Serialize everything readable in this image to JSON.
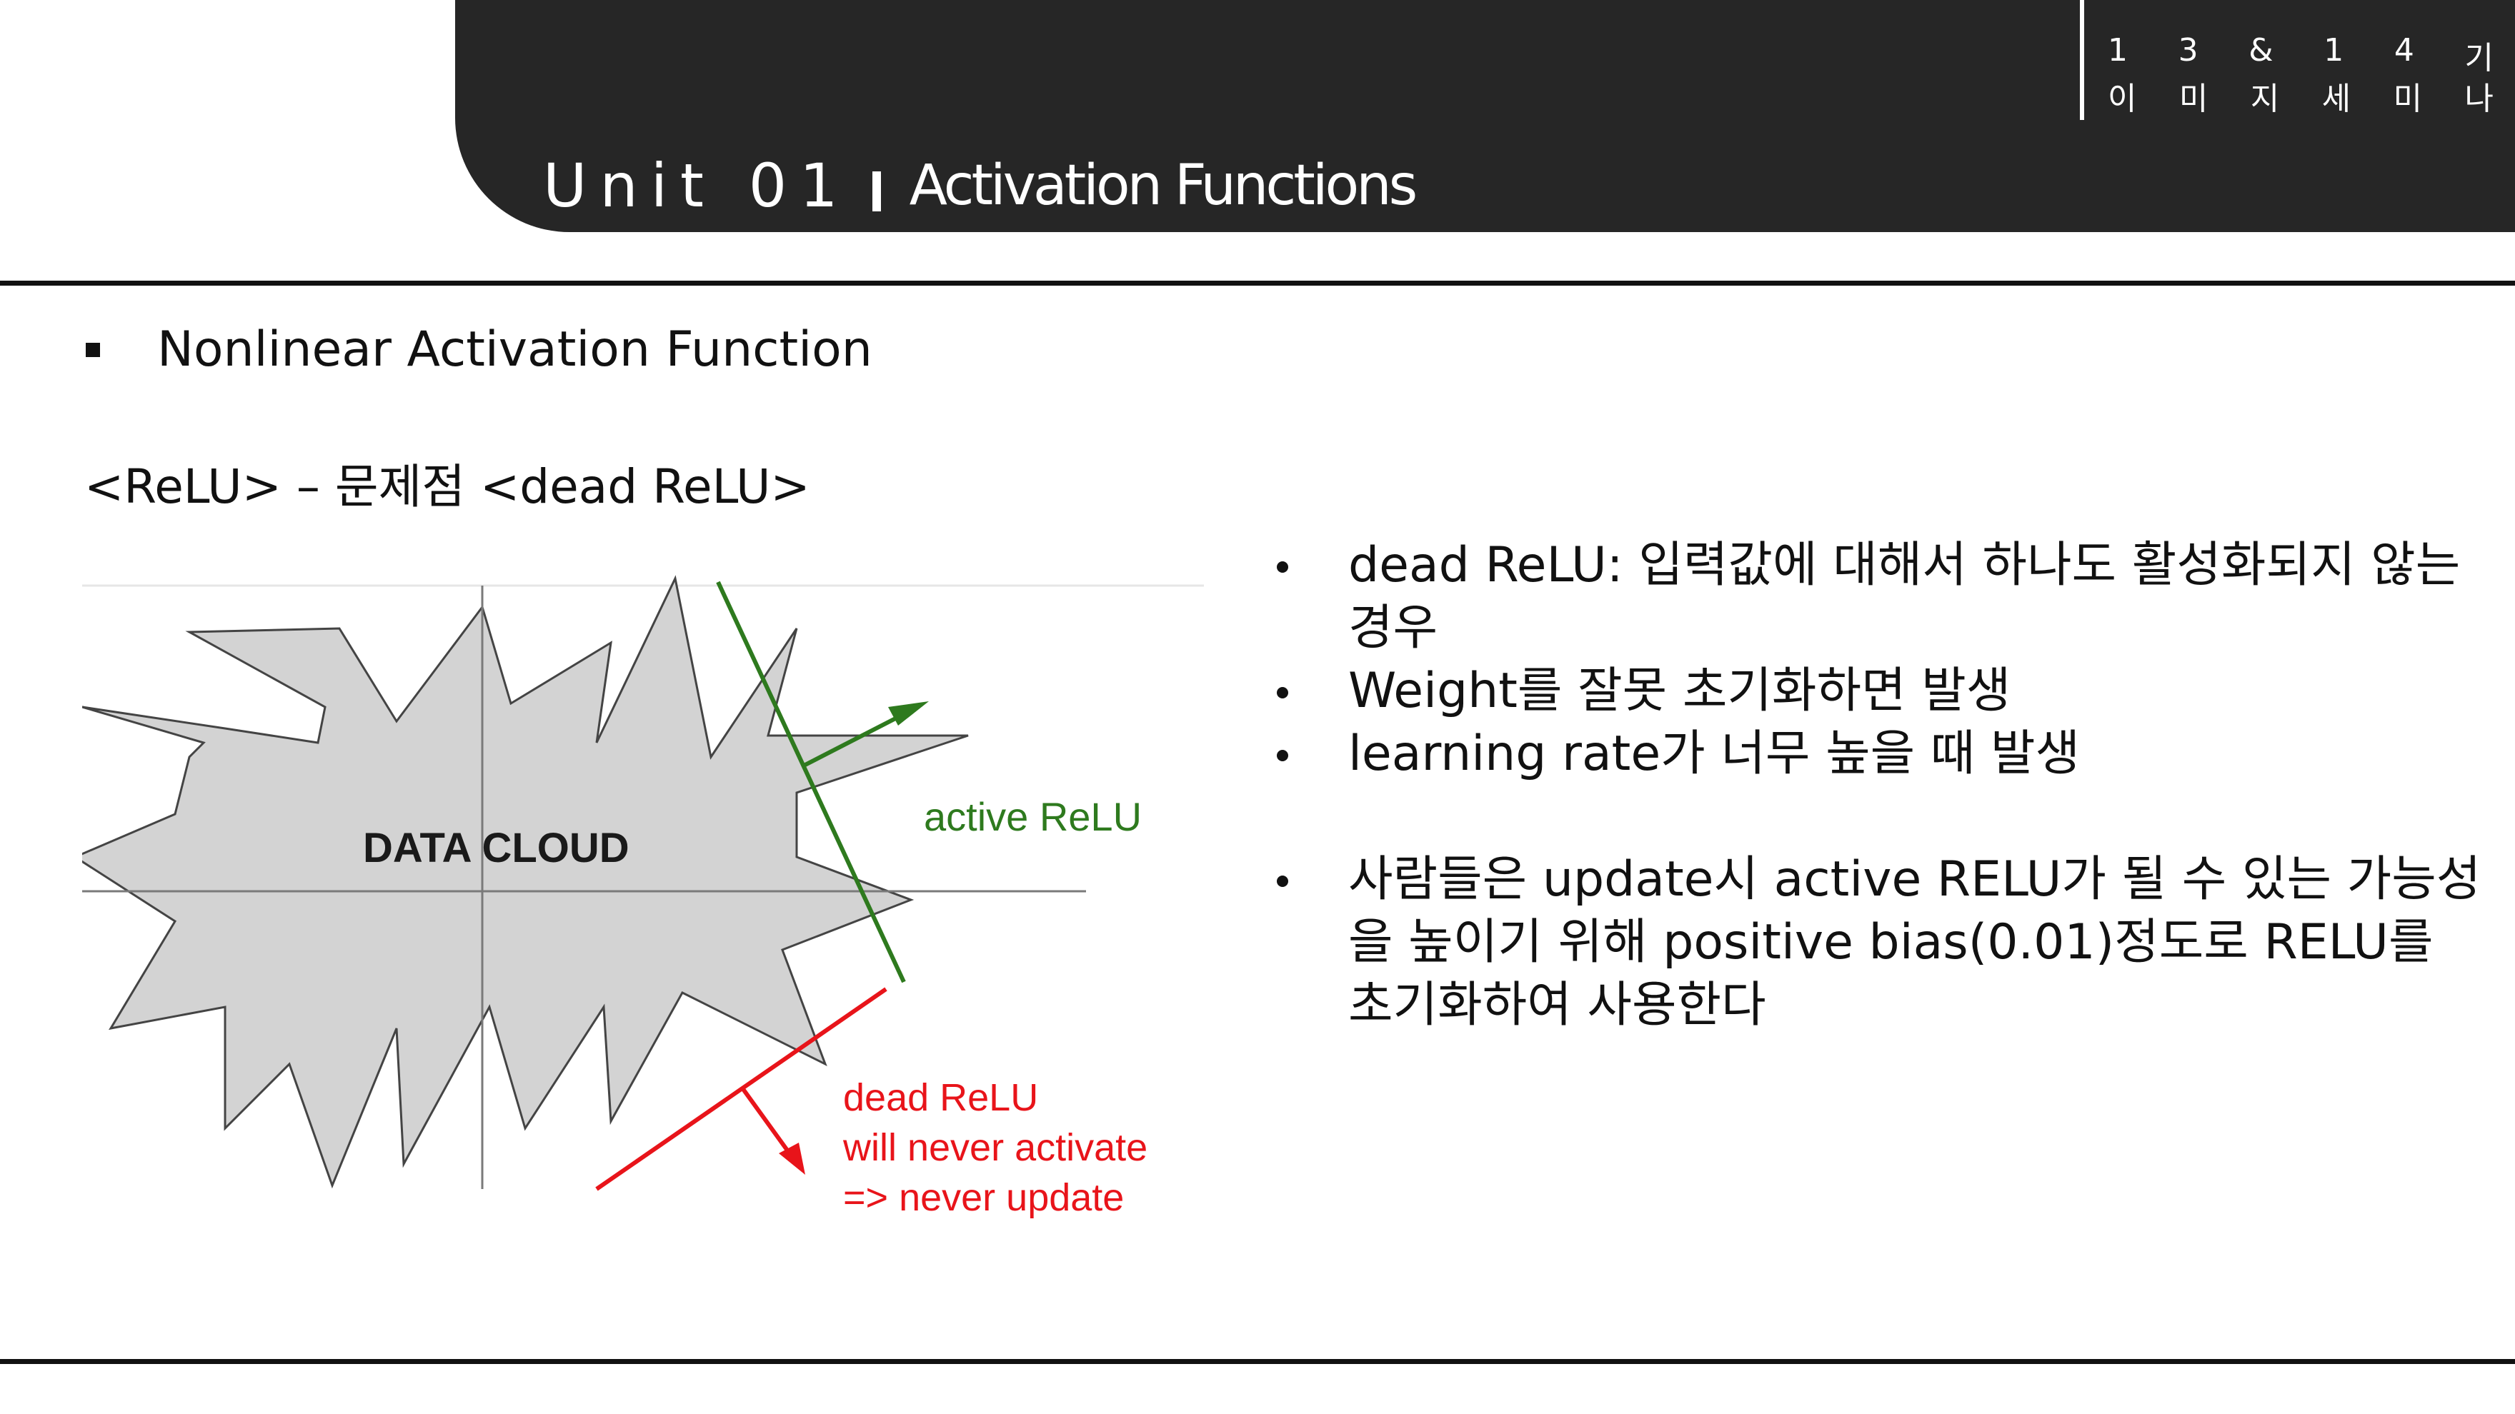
{
  "header": {
    "unit_label": "Unit 01",
    "unit_name": "Activation Functions",
    "corner_numbers": [
      "1",
      "3",
      "&",
      "1",
      "4",
      "기"
    ],
    "corner_korean": [
      "이",
      "미",
      "지",
      "세",
      "미",
      "나"
    ]
  },
  "content": {
    "section_title": "Nonlinear Activation Function",
    "subheading": "<ReLU> – 문제점 <dead ReLU>",
    "bullets": [
      "dead ReLU: 입력값에 대해서 하나도 활성화되지 않는 경우",
      "Weight를 잘못 초기화하면 발생",
      "learning rate가 너무 높을 때 발생",
      "사람들은 update시 active RELU가 될 수 있는 가능성을 높이기 위해 positive bias(0.01)정도로 RELU를 초기화하여 사용한다"
    ]
  },
  "diagram": {
    "cloud_label": "DATA CLOUD",
    "active_label": "active ReLU",
    "dead_label_lines": [
      "dead ReLU",
      "will never activate",
      "=> never update"
    ],
    "colors": {
      "active": "#2e7a1e",
      "dead": "#e8141a",
      "cloud": "#d3d3d3",
      "axis": "#7a7a7a"
    }
  }
}
